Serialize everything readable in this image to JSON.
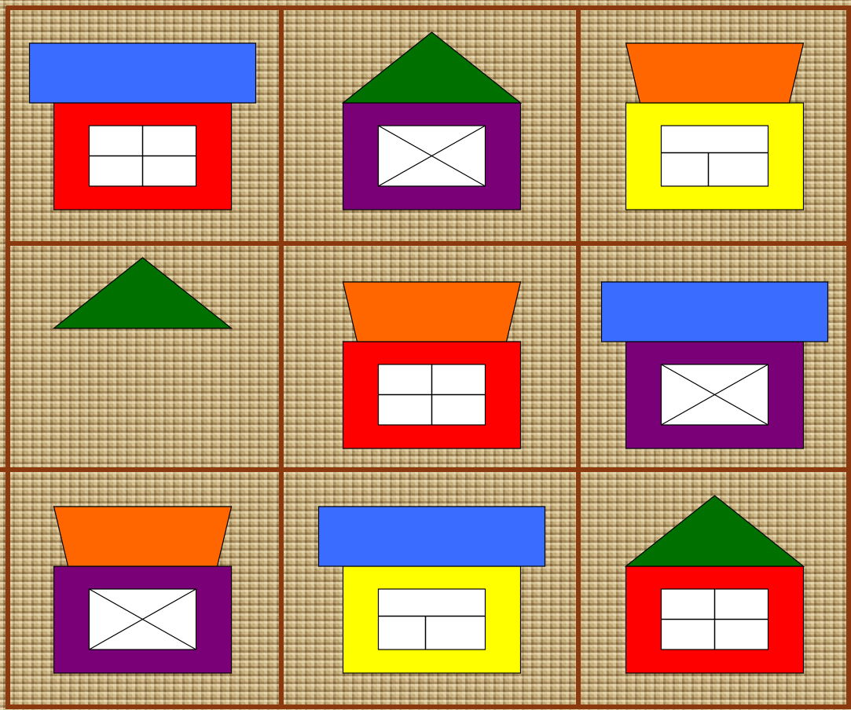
{
  "puzzle": {
    "grid_color": "#8b3a0f",
    "cells": [
      {
        "row": 1,
        "col": 1,
        "roof": "rectangle",
        "roof_color": "#3a6cff",
        "body_color": "#ff0000",
        "window": "cross"
      },
      {
        "row": 1,
        "col": 2,
        "roof": "triangle",
        "roof_color": "#007000",
        "body_color": "#7a0078",
        "window": "x"
      },
      {
        "row": 1,
        "col": 3,
        "roof": "trapezoid",
        "roof_color": "#ff6600",
        "body_color": "#ffff00",
        "window": "t"
      },
      {
        "row": 2,
        "col": 1,
        "roof": "triangle",
        "roof_color": "#007000",
        "body_color": null,
        "window": null
      },
      {
        "row": 2,
        "col": 2,
        "roof": "trapezoid",
        "roof_color": "#ff6600",
        "body_color": "#ff0000",
        "window": "cross"
      },
      {
        "row": 2,
        "col": 3,
        "roof": "rectangle",
        "roof_color": "#3a6cff",
        "body_color": "#7a0078",
        "window": "x"
      },
      {
        "row": 3,
        "col": 1,
        "roof": "trapezoid",
        "roof_color": "#ff6600",
        "body_color": "#7a0078",
        "window": "x"
      },
      {
        "row": 3,
        "col": 2,
        "roof": "rectangle",
        "roof_color": "#3a6cff",
        "body_color": "#ffff00",
        "window": "t"
      },
      {
        "row": 3,
        "col": 3,
        "roof": "triangle",
        "roof_color": "#007000",
        "body_color": "#ff0000",
        "window": "cross"
      }
    ]
  }
}
